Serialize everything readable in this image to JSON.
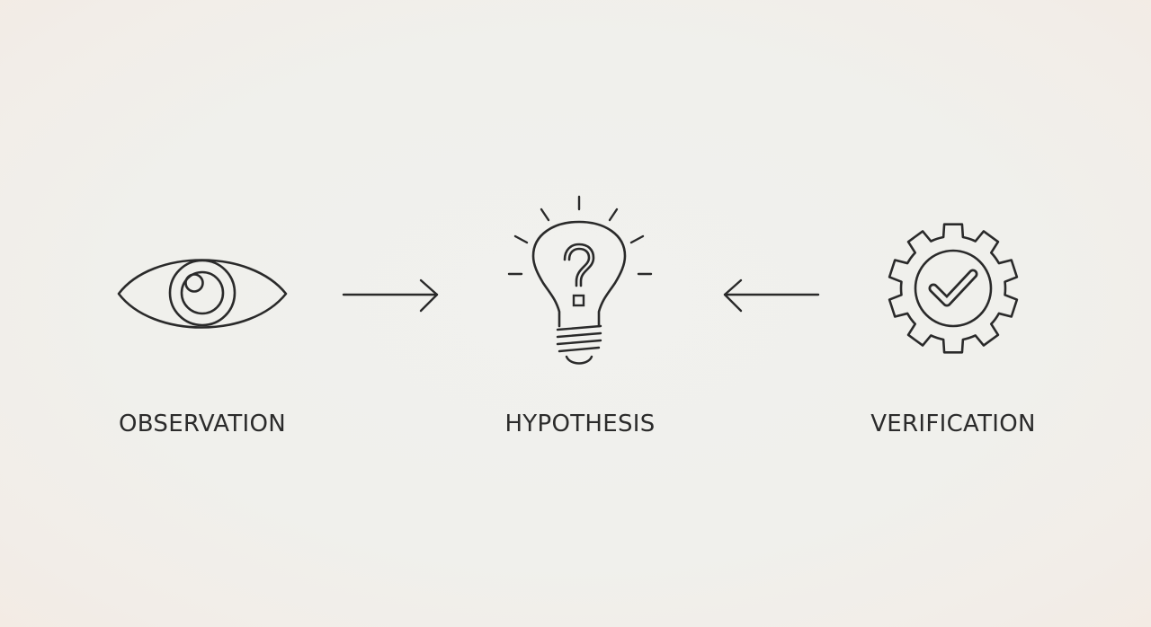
{
  "diagram": {
    "nodes": [
      {
        "id": "observation",
        "label": "OBSERVATION",
        "icon": "eye-icon"
      },
      {
        "id": "hypothesis",
        "label": "HYPOTHESIS",
        "icon": "lightbulb-question-icon"
      },
      {
        "id": "verification",
        "label": "VERIFICATION",
        "icon": "gear-check-icon"
      }
    ],
    "edges": [
      {
        "from": "observation",
        "to": "hypothesis",
        "icon": "arrow-right-icon"
      },
      {
        "from": "verification",
        "to": "hypothesis",
        "icon": "arrow-left-icon"
      }
    ]
  },
  "colors": {
    "stroke": "#2a2a2a",
    "background": "#f0f0ec"
  }
}
